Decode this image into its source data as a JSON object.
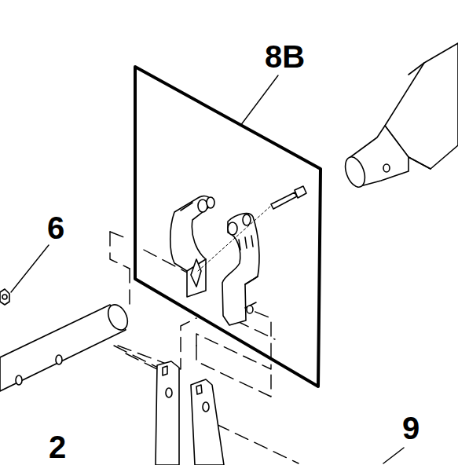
{
  "diagram": {
    "labels": [
      "8B",
      "6",
      "9",
      "2"
    ]
  }
}
